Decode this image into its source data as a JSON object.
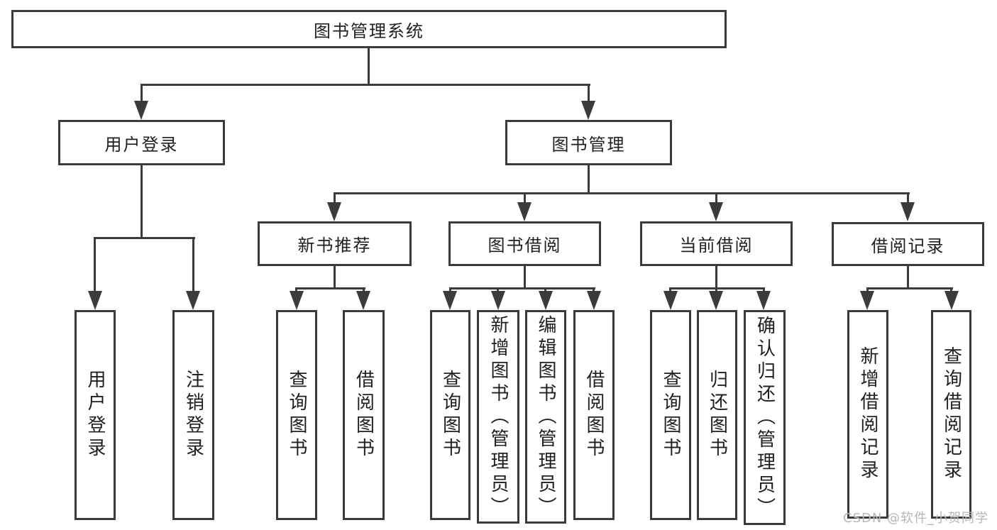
{
  "diagram_title": "图书管理系统",
  "colors": {
    "line": "#3b3b3b",
    "text": "#1f1f1f",
    "background": "#ffffff",
    "watermark": "#b6b6b6"
  },
  "watermark": {
    "text": "CSDN @软件_小贺同学"
  },
  "tree": {
    "label": "图书管理系统",
    "children": [
      {
        "label": "用户登录",
        "children": [
          {
            "label": "用户登录"
          },
          {
            "label": "注销登录"
          }
        ]
      },
      {
        "label": "图书管理",
        "children": [
          {
            "label": "新书推荐",
            "children": [
              {
                "label": "查询图书"
              },
              {
                "label": "借阅图书"
              }
            ]
          },
          {
            "label": "图书借阅",
            "children": [
              {
                "label": "查询图书"
              },
              {
                "label": "新增图书（管理员）"
              },
              {
                "label": "编辑图书（管理员）"
              },
              {
                "label": "借阅图书"
              }
            ]
          },
          {
            "label": "当前借阅",
            "children": [
              {
                "label": "查询图书"
              },
              {
                "label": "归还图书"
              },
              {
                "label": "确认归还（管理员）"
              }
            ]
          },
          {
            "label": "借阅记录",
            "children": [
              {
                "label": "新增借阅记录"
              },
              {
                "label": "查询借阅记录"
              }
            ]
          }
        ]
      }
    ]
  }
}
